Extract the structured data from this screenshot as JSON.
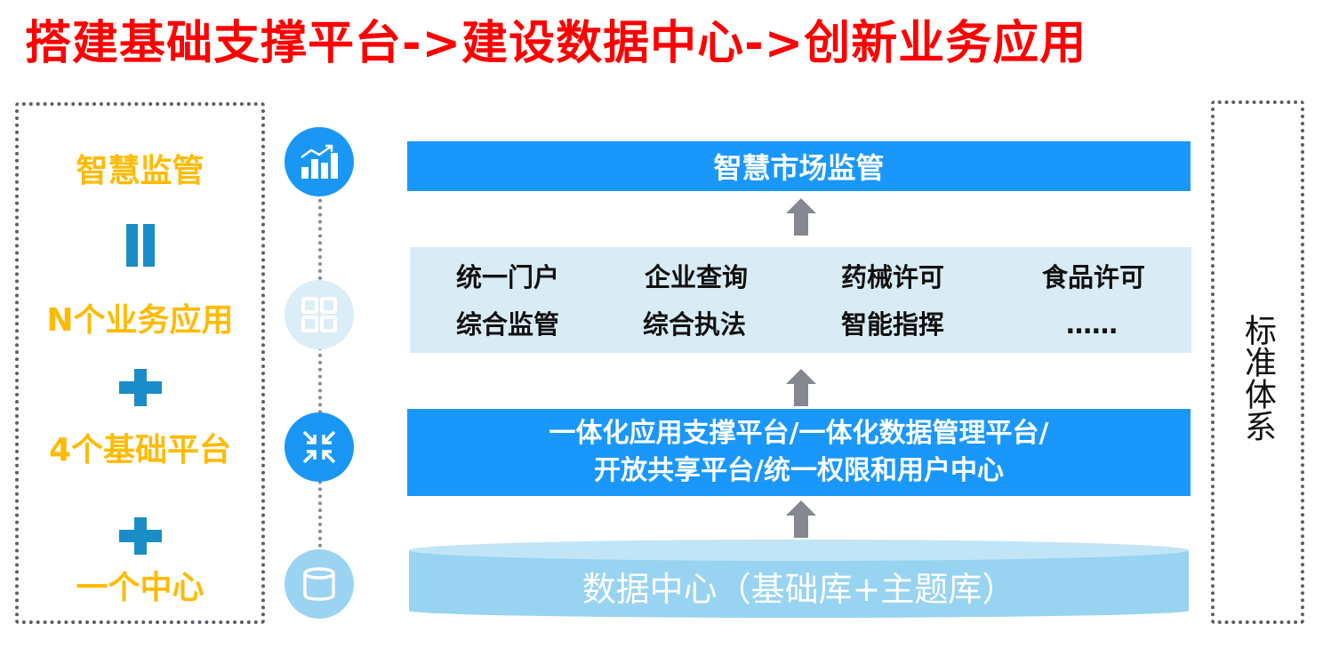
{
  "title": "搭建基础支撑平台->建设数据中心->创新业务应用",
  "left_panel": {
    "items": [
      {
        "type": "text",
        "label": "智慧监管"
      },
      {
        "type": "symbol",
        "label": "=",
        "icon": "equals-icon"
      },
      {
        "type": "text",
        "label": "N个业务应用"
      },
      {
        "type": "symbol",
        "label": "+",
        "icon": "plus-icon"
      },
      {
        "type": "text",
        "label": "4个基础平台"
      },
      {
        "type": "symbol",
        "label": "+",
        "icon": "plus-icon"
      },
      {
        "type": "text",
        "label": "一个中心"
      }
    ],
    "text_color": "#ffbb00",
    "symbol_color": "#1a8cc8"
  },
  "timeline": {
    "icons": [
      {
        "name": "chart-growth-icon",
        "color": "#1a97f5"
      },
      {
        "name": "grid-apps-icon",
        "color": "#dbedf7"
      },
      {
        "name": "compress-arrows-icon",
        "color": "#1a97f5"
      },
      {
        "name": "database-icon",
        "color": "#9ad4f2"
      }
    ]
  },
  "layers": {
    "top": {
      "label": "智慧市场监管",
      "color": "#1a97fb"
    },
    "apps": {
      "color": "#d9ecf6",
      "items": [
        "统一门户",
        "企业查询",
        "药械许可",
        "食品许可",
        "综合监管",
        "综合执法",
        "智能指挥",
        "……"
      ]
    },
    "platforms": {
      "line1": "一体化应用支撑平台/一体化数据管理平台/",
      "line2": "开放共享平台/统一权限和用户中心",
      "color": "#1a97fb"
    },
    "data_center": {
      "label": "数据中心（基础库+主题库）",
      "color": "#98d3f2"
    }
  },
  "right_panel": {
    "label": "标准体系"
  }
}
